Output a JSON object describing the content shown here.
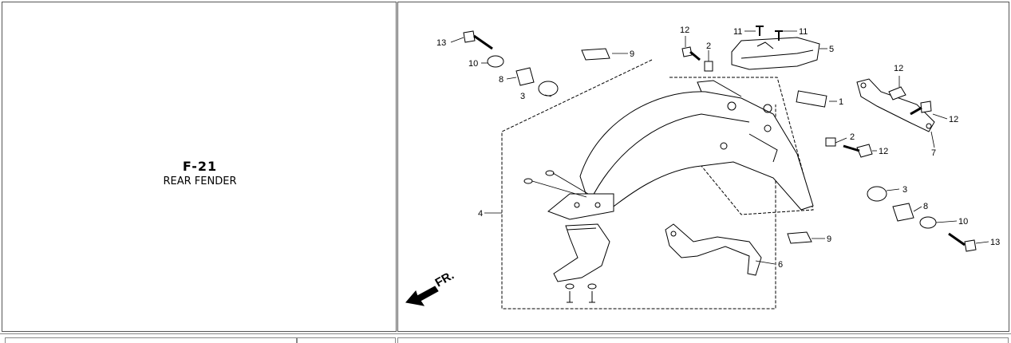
{
  "section": {
    "code": "F-21",
    "title": "REAR FENDER"
  },
  "diagram": {
    "direction_label": "FR.",
    "callouts": {
      "c13a": "13",
      "c10a": "10",
      "c8a": "8",
      "c3a": "3",
      "c9a": "9",
      "c12a": "12",
      "c2a": "2",
      "c11a": "11",
      "c11b": "11",
      "c5": "5",
      "c1": "1",
      "c12b": "12",
      "c12c": "12",
      "c7": "7",
      "c2b": "2",
      "c12d": "12",
      "c3b": "3",
      "c4": "4",
      "c8b": "8",
      "c10b": "10",
      "c9b": "9",
      "c13b": "13",
      "c6": "6"
    }
  }
}
